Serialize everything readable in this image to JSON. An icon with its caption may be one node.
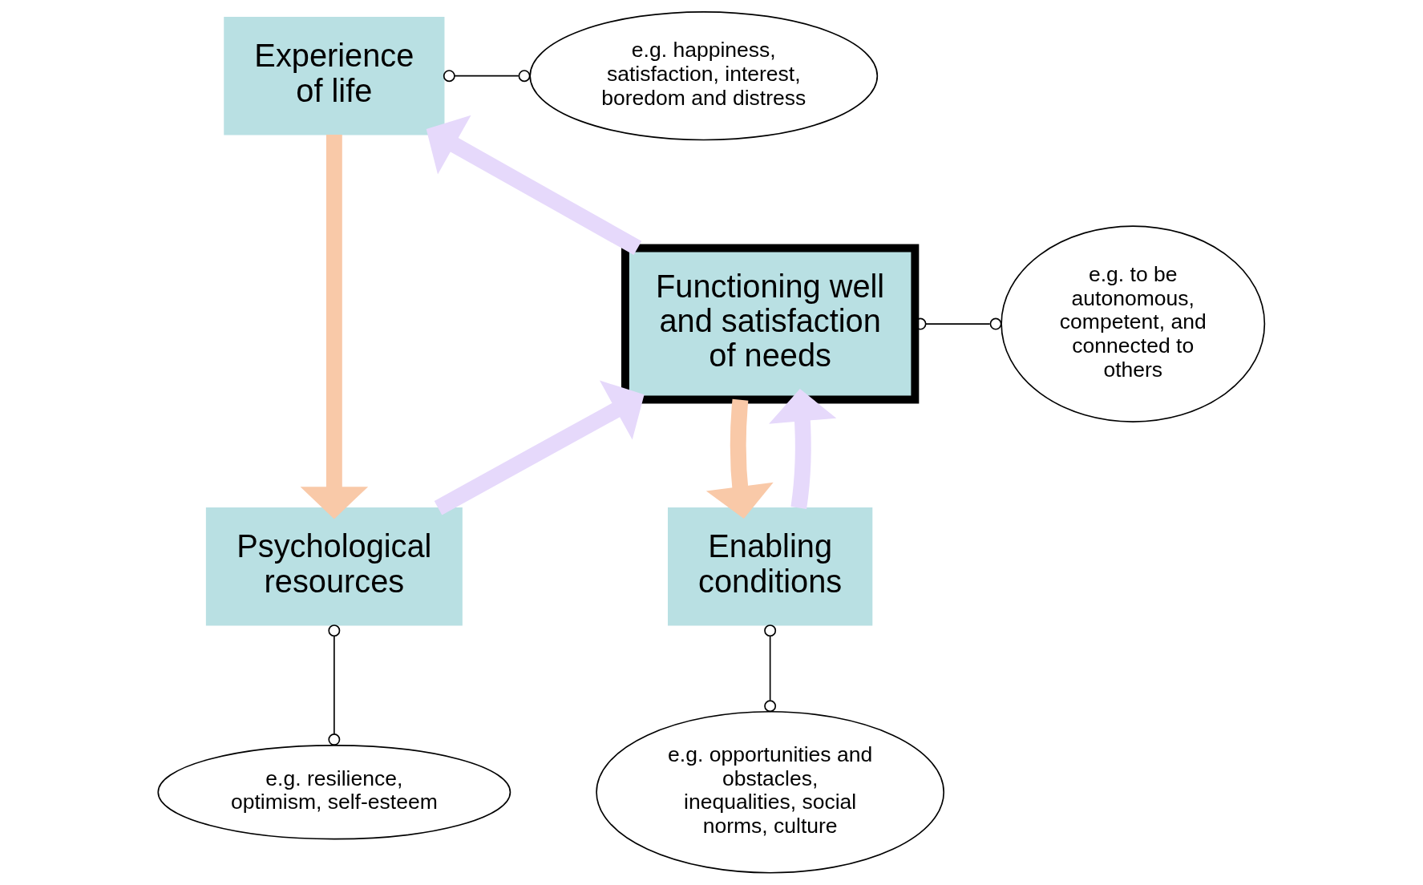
{
  "diagram": {
    "nodes": [
      {
        "text": [
          "Experience of life"
        ]
      },
      {
        "text": [
          "Functioning well and satisfaction of needs"
        ]
      },
      {
        "text": [
          "Enabling conditions"
        ]
      },
      {
        "text": [
          "Psychological resources"
        ]
      },
      {
        "text": [
          "e.g. happiness, satisfaction, interest, boredom and distress"
        ]
      },
      {
        "text": [
          "e.g. to be autonomous, competent, and connected to others"
        ]
      },
      {
        "text": [
          "e.g. opportunities and obstacles, inequalities, social norms, culture"
        ]
      },
      {
        "text": [
          "e.g. resilience, optimism, self-esteem"
        ]
      }
    ],
    "edges": [
      {
        "from": 1,
        "to": 0,
        "arrow": "to",
        "color": "#e6d9fb"
      },
      {
        "from": 2,
        "to": 1,
        "arrow": "to",
        "color": "#e6d9fb"
      },
      {
        "from": 3,
        "to": 1,
        "arrow": "to",
        "color": "#e6d9fb"
      },
      {
        "from": 0,
        "to": 3,
        "arrow": "to",
        "color": "#f9c9a8"
      },
      {
        "from": 1,
        "to": 2,
        "arrow": "to",
        "color": "#f9c9a8"
      },
      {
        "from": 0,
        "to": 4,
        "arrow": "other"
      },
      {
        "from": 1,
        "to": 5,
        "arrow": "other"
      },
      {
        "from": 2,
        "to": 6,
        "arrow": "other"
      },
      {
        "from": 3,
        "to": 7,
        "arrow": "other"
      }
    ]
  }
}
